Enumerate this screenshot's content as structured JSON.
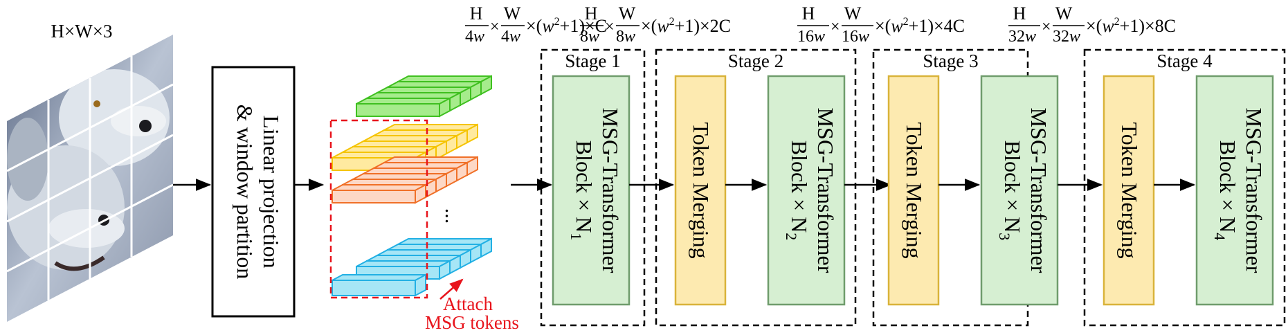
{
  "input": {
    "label": "H×W×3"
  },
  "linear_projection": {
    "line1": "Linear projection",
    "line2": "& window partition"
  },
  "token_stack": {
    "ellipsis": "...",
    "attach_line1": "Attach",
    "attach_line2": "MSG tokens",
    "colors": {
      "green_fill": "#a6ec8c",
      "green_stroke": "#3fc020",
      "yellow_fill": "#ffeaa0",
      "yellow_stroke": "#f5c400",
      "orange_fill": "#fdd8c6",
      "orange_stroke": "#f07028",
      "blue_fill": "#a6e6f6",
      "blue_stroke": "#22b0e4",
      "red": "#e8141c"
    }
  },
  "stages": [
    {
      "title": "Stage 1",
      "dims": {
        "num1": "H",
        "den1a": "4",
        "den1b": "w",
        "num2": "W",
        "den2a": "4",
        "den2b": "w",
        "rest": "C"
      },
      "blocks": [
        {
          "kind": "msg",
          "line1": "MSG-Transformer",
          "line2": "Block × N",
          "sub": "1"
        }
      ]
    },
    {
      "title": "Stage 2",
      "dims": {
        "num1": "H",
        "den1a": "8",
        "den1b": "w",
        "num2": "W",
        "den2a": "8",
        "den2b": "w",
        "rest": "2C"
      },
      "blocks": [
        {
          "kind": "merge",
          "line1": "Token Merging"
        },
        {
          "kind": "msg",
          "line1": "MSG-Transformer",
          "line2": "Block × N",
          "sub": "2"
        }
      ]
    },
    {
      "title": "Stage 3",
      "dims": {
        "num1": "H",
        "den1a": "16",
        "den1b": "w",
        "num2": "W",
        "den2a": "16",
        "den2b": "w",
        "rest": "4C"
      },
      "blocks": [
        {
          "kind": "merge",
          "line1": "Token Merging"
        },
        {
          "kind": "msg",
          "line1": "MSG-Transformer",
          "line2": "Block × N",
          "sub": "3"
        }
      ]
    },
    {
      "title": "Stage 4",
      "dims": {
        "num1": "H",
        "den1a": "32",
        "den1b": "w",
        "num2": "W",
        "den2a": "32",
        "den2b": "w",
        "rest": "8C"
      },
      "blocks": [
        {
          "kind": "merge",
          "line1": "Token Merging"
        },
        {
          "kind": "msg",
          "line1": "MSG-Transformer",
          "line2": "Block × N",
          "sub": "4"
        }
      ]
    }
  ],
  "colors": {
    "msg_fill": "#d6efd2",
    "msg_stroke": "#6f9c6c",
    "merge_fill": "#fdeab0",
    "merge_stroke": "#d9b33a",
    "image_sky": "#6f7e97",
    "image_fur": "#d6dde6"
  }
}
